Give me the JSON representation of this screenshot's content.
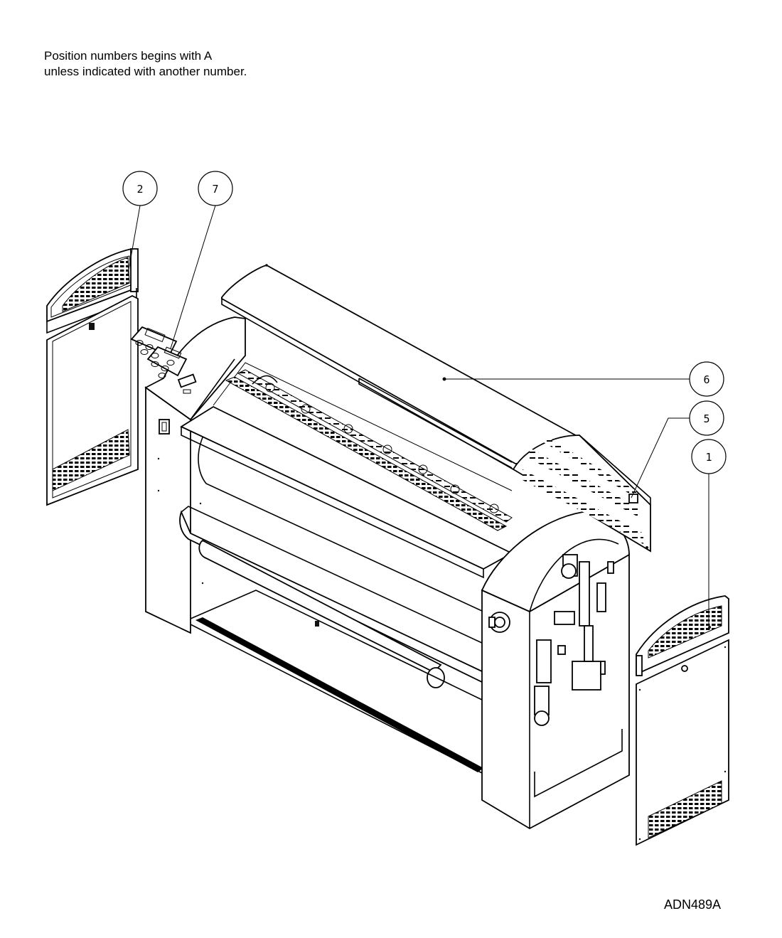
{
  "note": {
    "line1": "Position numbers begins with A",
    "line2": "unless indicated with another number."
  },
  "drawing_id": "ADN489A",
  "callouts": [
    {
      "id": "callout-2",
      "label": "2"
    },
    {
      "id": "callout-7",
      "label": "7"
    },
    {
      "id": "callout-6",
      "label": "6"
    },
    {
      "id": "callout-5",
      "label": "5"
    },
    {
      "id": "callout-1",
      "label": "1"
    }
  ]
}
